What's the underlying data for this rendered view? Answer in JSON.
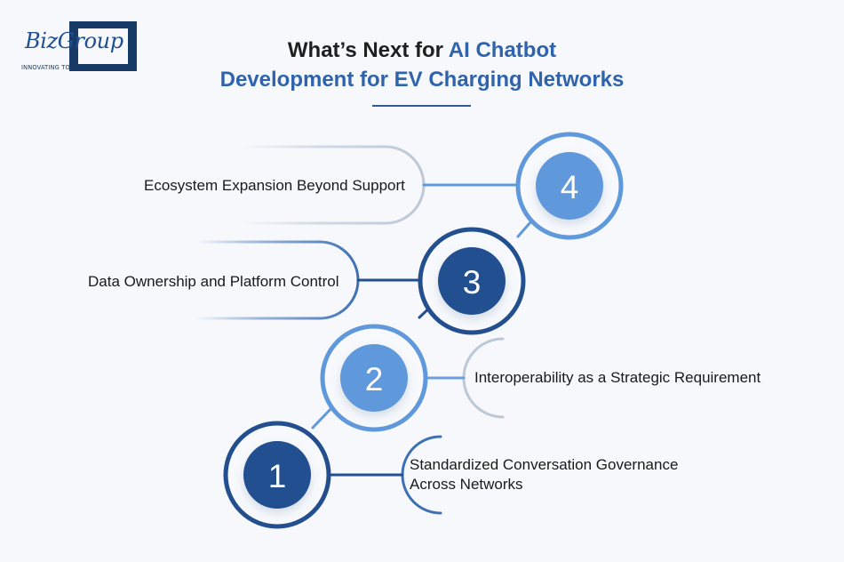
{
  "logo": {
    "wordmark": "BizGroup",
    "tagline": "INNOVATING TOGETHER"
  },
  "title": {
    "prefix": "What’s Next for ",
    "accent_line_1": "AI Chatbot",
    "accent_line_2": "Development for EV Charging Networks"
  },
  "steps": [
    {
      "number": "1",
      "label_line_1": "Standardized Conversation Governance",
      "label_line_2": "Across Networks"
    },
    {
      "number": "2",
      "label": "Interoperability as a Strategic Requirement"
    },
    {
      "number": "3",
      "label": "Data Ownership and Platform Control"
    },
    {
      "number": "4",
      "label": "Ecosystem Expansion Beyond Support"
    }
  ],
  "colors": {
    "background": "#f6f8fb",
    "title_text": "#1f1f1f",
    "title_accent": "#2f63ad",
    "step_dark": "#234f8f",
    "step_light": "#5f99db",
    "connector_gray": "#c9d5e7",
    "label_text": "#191919"
  }
}
